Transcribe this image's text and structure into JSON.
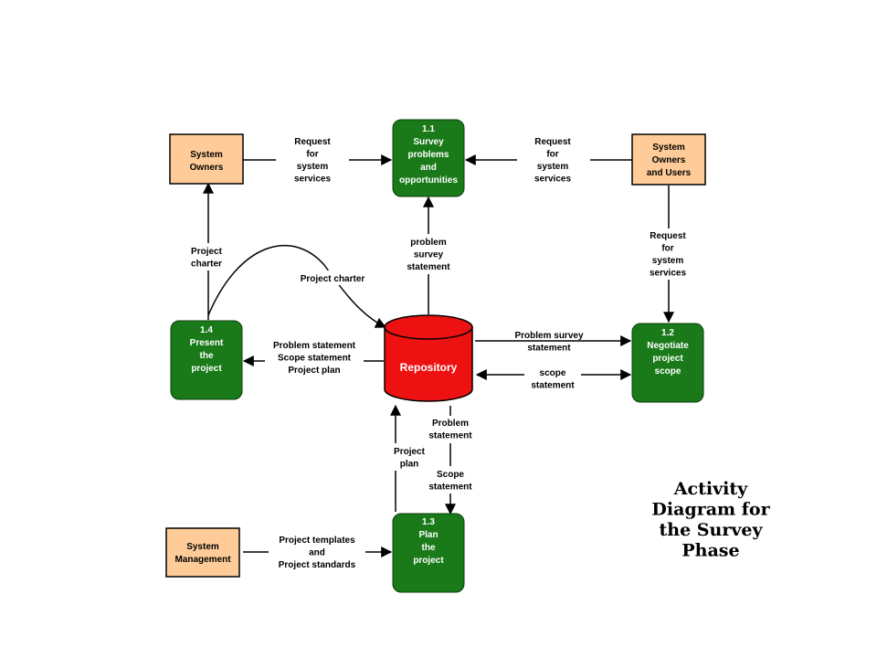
{
  "colors": {
    "external": "#ffcc99",
    "process": "#1a7a1a",
    "repository": "#ee1111",
    "line": "#000000"
  },
  "externals": {
    "owners_left": [
      "System",
      "Owners"
    ],
    "owners_users": [
      "System",
      "Owners",
      "and Users"
    ],
    "management": [
      "System",
      "Management"
    ]
  },
  "processes": {
    "p11": [
      "1.1",
      "Survey",
      "problems",
      "and",
      "opportunities"
    ],
    "p12": [
      "1.2",
      "Negotiate",
      "project",
      "scope"
    ],
    "p13": [
      "1.3",
      "Plan",
      "the",
      "project"
    ],
    "p14": [
      "1.4",
      "Present",
      "the",
      "project"
    ]
  },
  "repository": {
    "label": "Repository"
  },
  "flows": {
    "req_left": [
      "Request",
      "for",
      "system",
      "services"
    ],
    "req_right": [
      "Request",
      "for",
      "system",
      "services"
    ],
    "req_down": [
      "Request",
      "for",
      "system",
      "services"
    ],
    "problem_survey_up": [
      "problem",
      "survey",
      "statement"
    ],
    "project_charter_up": [
      "Project",
      "charter"
    ],
    "project_charter_curve": [
      "Project charter"
    ],
    "to_present": [
      "Problem statement",
      "Scope statement",
      "Project plan"
    ],
    "problem_survey_right": [
      "Problem survey",
      "statement"
    ],
    "scope_right": [
      "scope",
      "statement"
    ],
    "project_plan_up": [
      "Project",
      "plan"
    ],
    "problem_statement_down": [
      "Problem",
      "statement"
    ],
    "scope_statement_down": [
      "Scope",
      "statement"
    ],
    "templates": [
      "Project templates",
      "and",
      "Project standards"
    ]
  },
  "title": [
    "Activity",
    "Diagram for",
    "the Survey",
    "Phase"
  ]
}
